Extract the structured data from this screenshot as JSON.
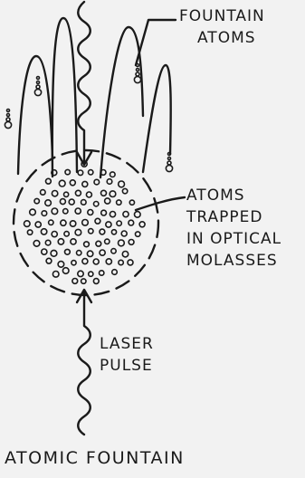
{
  "labels": {
    "fountain_atoms": [
      "FOUNTAIN",
      "ATOMS"
    ],
    "trapped_atoms": [
      "ATOMS",
      "TRAPPED",
      "IN OPTICAL",
      "MOLASSES"
    ],
    "laser_pulse": [
      "LASER",
      "PULSE"
    ]
  },
  "caption": "ATOMIC FOUNTAIN",
  "colors": {
    "background": "#f2f2f2",
    "ink": "#1a1a1a"
  }
}
